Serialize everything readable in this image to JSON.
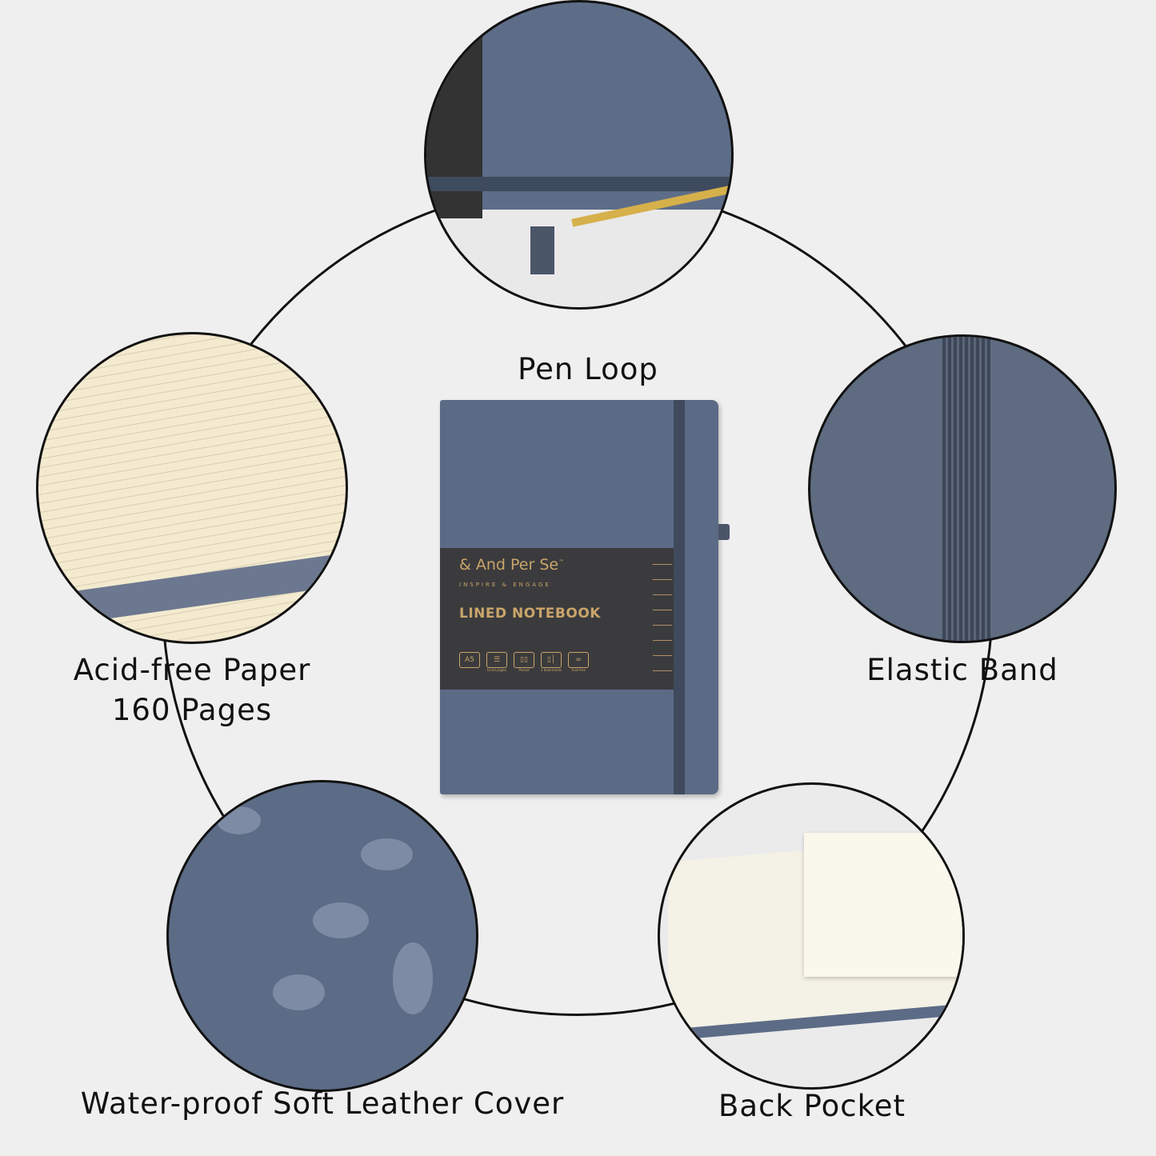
{
  "features": [
    {
      "id": "pen-loop",
      "label": "Pen Loop"
    },
    {
      "id": "acid-free",
      "label_line1": "Acid-free Paper",
      "label_line2": "160 Pages"
    },
    {
      "id": "elastic-band",
      "label": "Elastic Band"
    },
    {
      "id": "water-proof",
      "label": "Water-proof Soft Leather Cover"
    },
    {
      "id": "back-pocket",
      "label": "Back Pocket"
    }
  ],
  "notebook": {
    "brand": "And Per Se",
    "trademark": "™",
    "tagline": "INSPIRE & ENGAGE",
    "title": "LINED NOTEBOOK",
    "icons": [
      {
        "glyph": "A5",
        "caption": ""
      },
      {
        "glyph": "☰",
        "caption": "Lined pages"
      },
      {
        "glyph": "▯▯",
        "caption": "Pocket"
      },
      {
        "glyph": "▯│",
        "caption": "2 bookmarks"
      },
      {
        "glyph": "∞",
        "caption": "Acid-free"
      }
    ],
    "colors": {
      "cover": "#5b6b85",
      "band": "#3b3b3d",
      "gold": "#c9a56a"
    }
  }
}
